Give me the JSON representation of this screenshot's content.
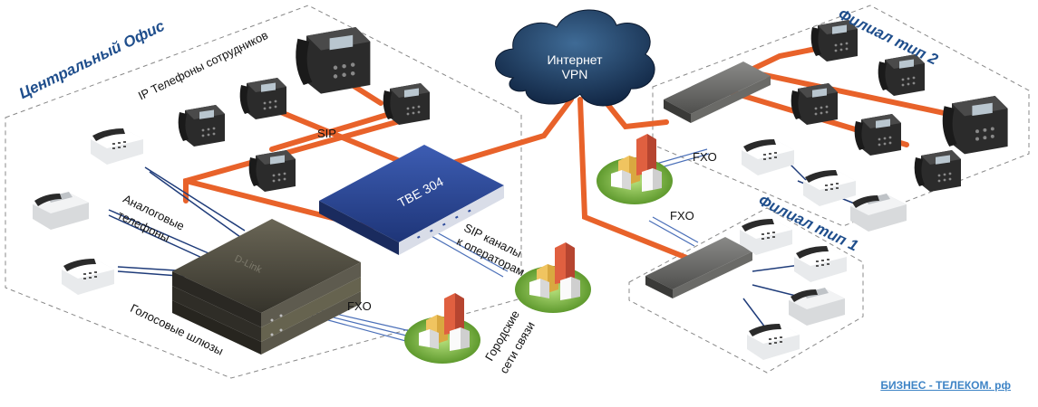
{
  "zones": {
    "central_office": "Центральный Офис",
    "branch_type_2": "Филиал тип 2",
    "branch_type_1": "Филиал тип 1"
  },
  "labels": {
    "ip_phones": "IP Телефоны сотрудников",
    "sip": "SIP",
    "analog_phones_line1": "Аналоговые",
    "analog_phones_line2": "телефоны",
    "voice_gateways": "Голосовые шлюзы",
    "fxo_main": "FXO",
    "fxo_branch2": "FXO",
    "fxo_branch1": "FXO",
    "sip_channels_line1": "SIP каналы",
    "sip_channels_line2": "к операторам",
    "city_networks_line1": "Городские",
    "city_networks_line2": "сети связи",
    "internet_line1": "Интернет",
    "internet_line2": "VPN",
    "server_name": "TBE 304",
    "device_brand": "D-Link"
  },
  "watermark": "БИЗНЕС - ТЕЛЕКОМ. рф",
  "colors": {
    "sip_link": "#e8622a",
    "analog_link": "#1f3c7a",
    "fxo_link": "#4a6fb8",
    "zone_title": "#1f4e8c",
    "server_blue": "#2c4a9a",
    "cloud": "#16304f",
    "gateway": "#4d4a40"
  }
}
